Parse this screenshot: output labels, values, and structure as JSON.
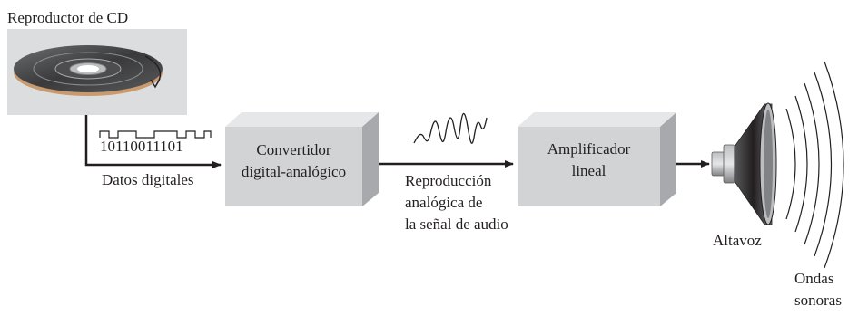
{
  "cd_player_label": "Reproductor de CD",
  "bitstream": "10110011101",
  "digital_data_label": "Datos digitales",
  "dac": {
    "line1": "Convertidor",
    "line2": "digital-analógico"
  },
  "analog_label": {
    "line1": "Reproducción",
    "line2": "analógica de",
    "line3": "la señal de audio"
  },
  "amplifier": {
    "line1": "Amplificador",
    "line2": "lineal"
  },
  "speaker_label": "Altavoz",
  "sound_label": {
    "line1": "Ondas",
    "line2": "sonoras"
  },
  "colors": {
    "box_front": "#d2d3d5",
    "box_top": "#e6e7e8",
    "box_side": "#a7a9ac",
    "line": "#231f20",
    "disc_panel": "#dcdddf"
  }
}
